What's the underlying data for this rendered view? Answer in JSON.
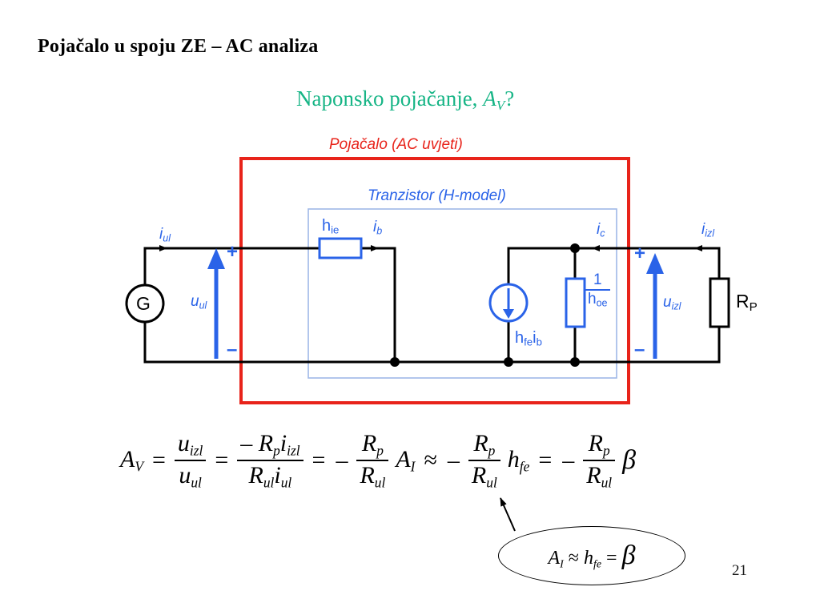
{
  "slide": {
    "title": "Pojačalo u spoju ZE – AC analiza",
    "page_number": "21"
  },
  "subtitle": {
    "text_before": "Naponsko pojačanje, ",
    "symbol": "A",
    "symbol_sub": "V",
    "text_after": "?",
    "color": "#17b586"
  },
  "diagram": {
    "amplifier_box": {
      "caption": "Pojačalo (AC uvjeti)",
      "color": "#e8231a"
    },
    "transistor_box": {
      "caption": "Tranzistor (H-model)",
      "color": "#2a63e8"
    },
    "labels": {
      "source": "G",
      "i_ul": {
        "symbol": "i",
        "sub": "ul"
      },
      "u_ul": {
        "symbol": "u",
        "sub": "ul"
      },
      "plus_left": "+",
      "minus_left": "–",
      "h_ie": {
        "symbol": "h",
        "sub": "ie"
      },
      "i_b": {
        "symbol": "i",
        "sub": "b"
      },
      "i_c": {
        "symbol": "i",
        "sub": "c"
      },
      "current_source": {
        "symbol": "h",
        "sub1": "fe",
        "symbol2": "i",
        "sub2": "b"
      },
      "h_oe_fraction": {
        "numerator": "1",
        "denominator_symbol": "h",
        "denominator_sub": "oe"
      },
      "i_izl": {
        "symbol": "i",
        "sub": "izl"
      },
      "u_izl": {
        "symbol": "u",
        "sub": "izl"
      },
      "plus_right": "+",
      "minus_right": "–",
      "R_P": {
        "symbol": "R",
        "sub": "P"
      }
    },
    "colors": {
      "wire": "#000000",
      "blue": "#2a63e8",
      "red": "#e8231a",
      "box_blue_light": "#9fb8e8"
    }
  },
  "equation": {
    "lhs": {
      "symbol": "A",
      "sub": "V"
    },
    "eq1": "=",
    "frac1": {
      "num_sym": "u",
      "num_sub": "izl",
      "den_sym": "u",
      "den_sub": "ul"
    },
    "eq2": "=",
    "frac2": {
      "num": "– R",
      "num_sub": "p",
      "num_sym2": "i",
      "num_sub2": "izl",
      "den": "R",
      "den_sub": "ul",
      "den_sym2": "i",
      "den_sub2": "ul"
    },
    "eq3": "=",
    "minus1": "–",
    "frac3": {
      "num_sym": "R",
      "num_sub": "p",
      "den_sym": "R",
      "den_sub": "ul"
    },
    "A_I": {
      "symbol": "A",
      "sub": "I"
    },
    "approx": "≈",
    "minus2": "–",
    "frac4": {
      "num_sym": "R",
      "num_sub": "p",
      "den_sym": "R",
      "den_sub": "ul"
    },
    "h_fe": {
      "symbol": "h",
      "sub": "fe"
    },
    "eq4": "=",
    "minus3": "–",
    "frac5": {
      "num_sym": "R",
      "num_sub": "p",
      "den_sym": "R",
      "den_sub": "ul"
    },
    "beta": "β"
  },
  "note": {
    "A_I": {
      "symbol": "A",
      "sub": "I"
    },
    "approx": "≈",
    "h_fe": {
      "symbol": "h",
      "sub": "fe"
    },
    "equals": "=",
    "beta": "β"
  }
}
